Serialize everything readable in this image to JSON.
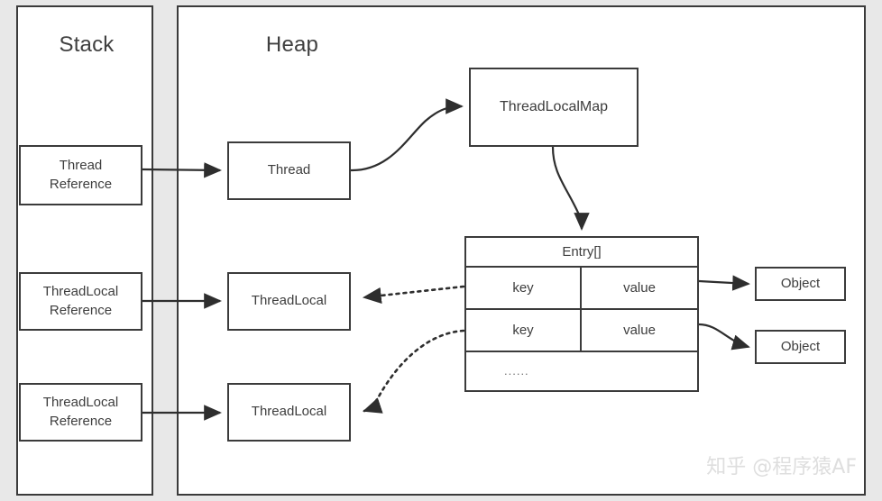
{
  "panels": {
    "stack": {
      "title": "Stack"
    },
    "heap": {
      "title": "Heap"
    }
  },
  "stack_nodes": [
    {
      "id": "thread-reference",
      "line1": "Thread",
      "line2": "Reference"
    },
    {
      "id": "threadlocal-reference-1",
      "line1": "ThreadLocal",
      "line2": "Reference"
    },
    {
      "id": "threadlocal-reference-2",
      "line1": "ThreadLocal",
      "line2": "Reference"
    }
  ],
  "heap_nodes": {
    "thread": "Thread",
    "threadlocal_1": "ThreadLocal",
    "threadlocal_2": "ThreadLocal",
    "threadlocalmap": "ThreadLocalMap",
    "object_1": "Object",
    "object_2": "Object"
  },
  "entry_table": {
    "header": "Entry[]",
    "columns": [
      "key",
      "value"
    ],
    "rows": [
      {
        "key": "key",
        "value": "value"
      },
      {
        "key": "key",
        "value": "value"
      }
    ],
    "ellipsis": "......"
  },
  "watermark": "知乎 @程序猿AF",
  "colors": {
    "background": "#e8e8e8",
    "panel_fill": "#ffffff",
    "stroke": "#3b3b3b",
    "text": "#3d3d3d",
    "title_text": "#404040",
    "watermark": "#dedede"
  }
}
